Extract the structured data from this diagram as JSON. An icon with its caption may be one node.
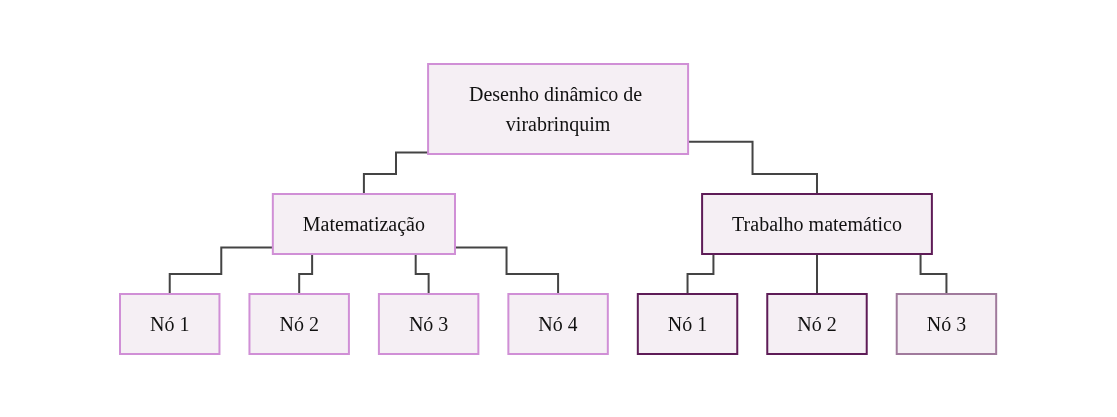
{
  "diagram": {
    "nodes": [
      {
        "text": [
          "Desenho dinâmico de virabrinquim"
        ]
      },
      {
        "text": [
          "Matematização"
        ]
      },
      {
        "text": [
          "Trabalho matemático"
        ]
      },
      {
        "text": [
          "Nó 1"
        ]
      },
      {
        "text": [
          "Nó 2"
        ]
      },
      {
        "text": [
          "Nó 3"
        ]
      },
      {
        "text": [
          "Nó 4"
        ]
      },
      {
        "text": [
          "Nó 1"
        ]
      },
      {
        "text": [
          "Nó 2"
        ]
      },
      {
        "text": [
          "Nó 3"
        ]
      }
    ],
    "edges": [
      {
        "from": 0,
        "to": 1,
        "arrow": "none"
      },
      {
        "from": 0,
        "to": 2,
        "arrow": "none"
      },
      {
        "from": 1,
        "to": 3,
        "arrow": "none"
      },
      {
        "from": 1,
        "to": 4,
        "arrow": "none"
      },
      {
        "from": 1,
        "to": 5,
        "arrow": "none"
      },
      {
        "from": 1,
        "to": 6,
        "arrow": "none"
      },
      {
        "from": 2,
        "to": 7,
        "arrow": "none"
      },
      {
        "from": 2,
        "to": 8,
        "arrow": "none"
      },
      {
        "from": 2,
        "to": 9,
        "arrow": "none"
      }
    ]
  }
}
